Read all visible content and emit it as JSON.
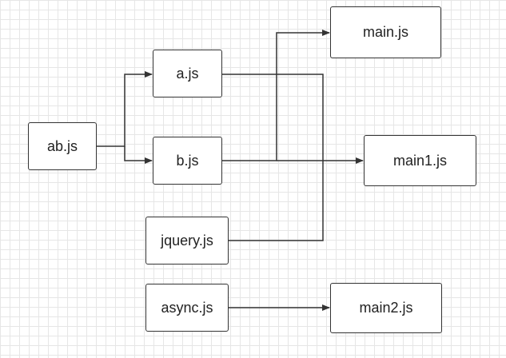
{
  "nodes": {
    "ab": "ab.js",
    "a": "a.js",
    "b": "b.js",
    "jquery": "jquery.js",
    "async": "async.js",
    "main": "main.js",
    "main1": "main1.js",
    "main2": "main2.js"
  },
  "edges": [
    {
      "from": "ab.js",
      "to": "a.js"
    },
    {
      "from": "ab.js",
      "to": "b.js"
    },
    {
      "from": "b.js",
      "to": "main.js"
    },
    {
      "from": "b.js",
      "to": "main1.js"
    },
    {
      "from": "a.js",
      "to": "main1.js"
    },
    {
      "from": "jquery.js",
      "to": "main1.js"
    },
    {
      "from": "async.js",
      "to": "main2.js"
    }
  ],
  "colors": {
    "line": "#333333",
    "grid": "#e6e6e6"
  }
}
